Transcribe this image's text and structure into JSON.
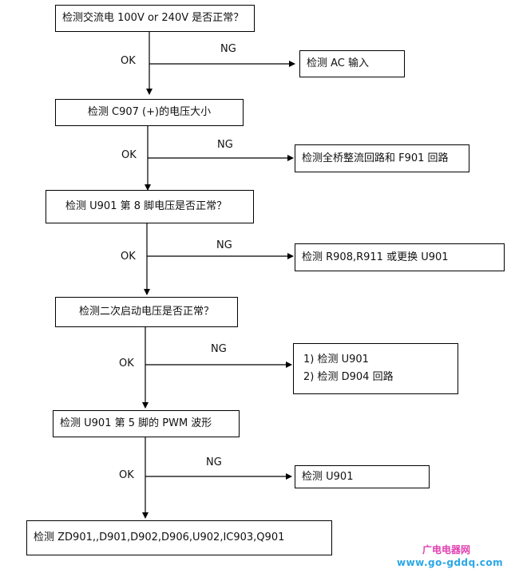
{
  "steps": [
    {
      "text": "检测交流电 100V or 240V 是否正常？",
      "ok": "OK",
      "ng": "NG",
      "fail": [
        "检测 AC 输入"
      ]
    },
    {
      "text": "检测 C907 (+)的电压大小",
      "ok": "OK",
      "ng": "NG",
      "fail": [
        "检测全桥整流回路和 F901 回路"
      ]
    },
    {
      "text": "检测 U901 第 8 脚电压是否正常？",
      "ok": "OK",
      "ng": "NG",
      "fail": [
        "检测 R908,R911 或更换 U901"
      ]
    },
    {
      "text": "检测二次启动电压是否正常？",
      "ok": "OK",
      "ng": "NG",
      "fail": [
        "1)  检测 U901",
        "2)  检测 D904 回路"
      ]
    },
    {
      "text": "检测 U901 第 5 脚的 PWM 波形",
      "ok": "OK",
      "ng": "NG",
      "fail": [
        "检测 U901"
      ]
    }
  ],
  "final": {
    "text": "检测 ZD901,,D901,D902,D906,U902,IC903,Q901"
  },
  "watermark": {
    "site_cn": "广电电器网",
    "url": "www.go-gddq.com"
  }
}
